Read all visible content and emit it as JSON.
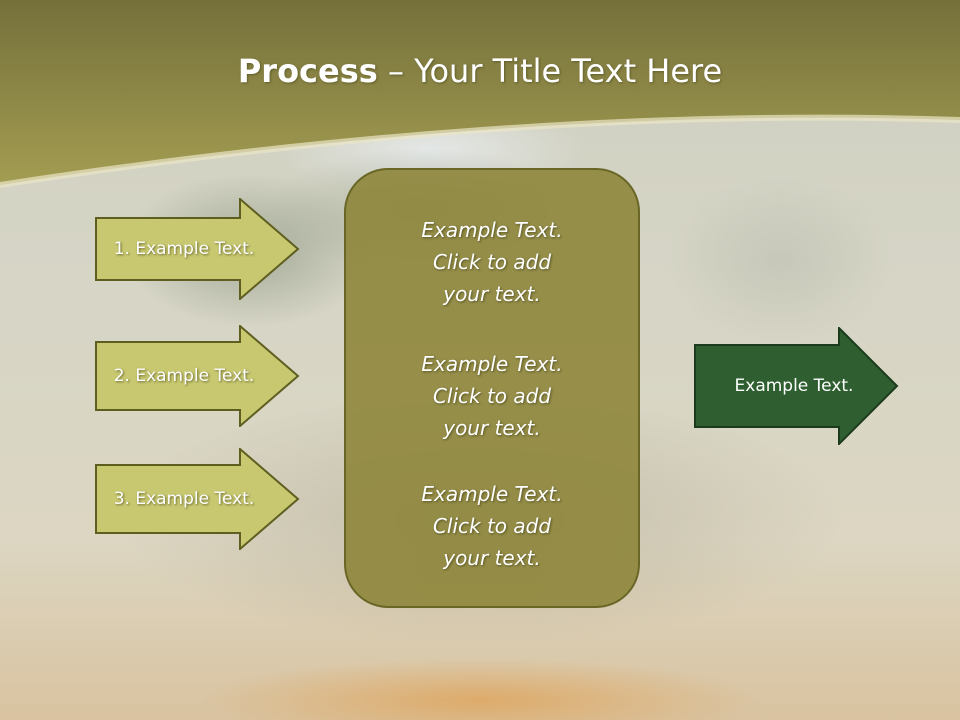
{
  "slide": {
    "title_bold": "Process",
    "title_rest": " – Your Title Text Here"
  },
  "inputs": [
    {
      "label": "1. Example Text."
    },
    {
      "label": "2. Example Text."
    },
    {
      "label": "3. Example Text."
    }
  ],
  "center": {
    "blocks": [
      {
        "line1": "Example Text.",
        "line2": "Click  to add",
        "line3": "your text."
      },
      {
        "line1": "Example Text.",
        "line2": "Click  to add",
        "line3": "your text."
      },
      {
        "line1": "Example Text.",
        "line2": "Click  to add",
        "line3": "your text."
      }
    ]
  },
  "output": {
    "label": "Example Text."
  },
  "colors": {
    "header_olive": "#8a8640",
    "input_arrow_fill": "#c8c870",
    "input_arrow_border": "#5e5e20",
    "center_box_fill": "#8c8438",
    "output_arrow_fill": "#2f5f30",
    "output_arrow_border": "#1c3a1c"
  }
}
